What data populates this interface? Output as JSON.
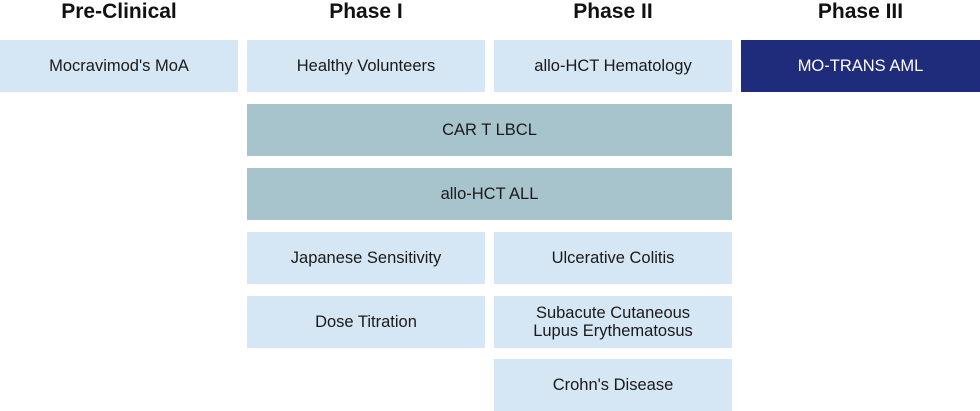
{
  "headers": {
    "preclinical": "Pre-Clinical",
    "phase1": "Phase I",
    "phase2": "Phase II",
    "phase3": "Phase III"
  },
  "programs": {
    "moa": "Mocravimod's MoA",
    "healthy_volunteers": "Healthy Volunteers",
    "allo_hct_hematology": "allo-HCT Hematology",
    "mo_trans_aml": "MO-TRANS AML",
    "car_t_lbcl": "CAR T LBCL",
    "allo_hct_all": "allo-HCT ALL",
    "japanese_sensitivity": "Japanese Sensitivity",
    "ulcerative_colitis": "Ulcerative Colitis",
    "dose_titration": "Dose Titration",
    "scle_line1": "Subacute Cutaneous",
    "scle_line2": "Lupus Erythematosus",
    "crohns": "Crohn's Disease"
  },
  "colors": {
    "light_box": "#d5e6f4",
    "teal_box": "#a7c4cd",
    "navy_box": "#1f2b7b"
  }
}
